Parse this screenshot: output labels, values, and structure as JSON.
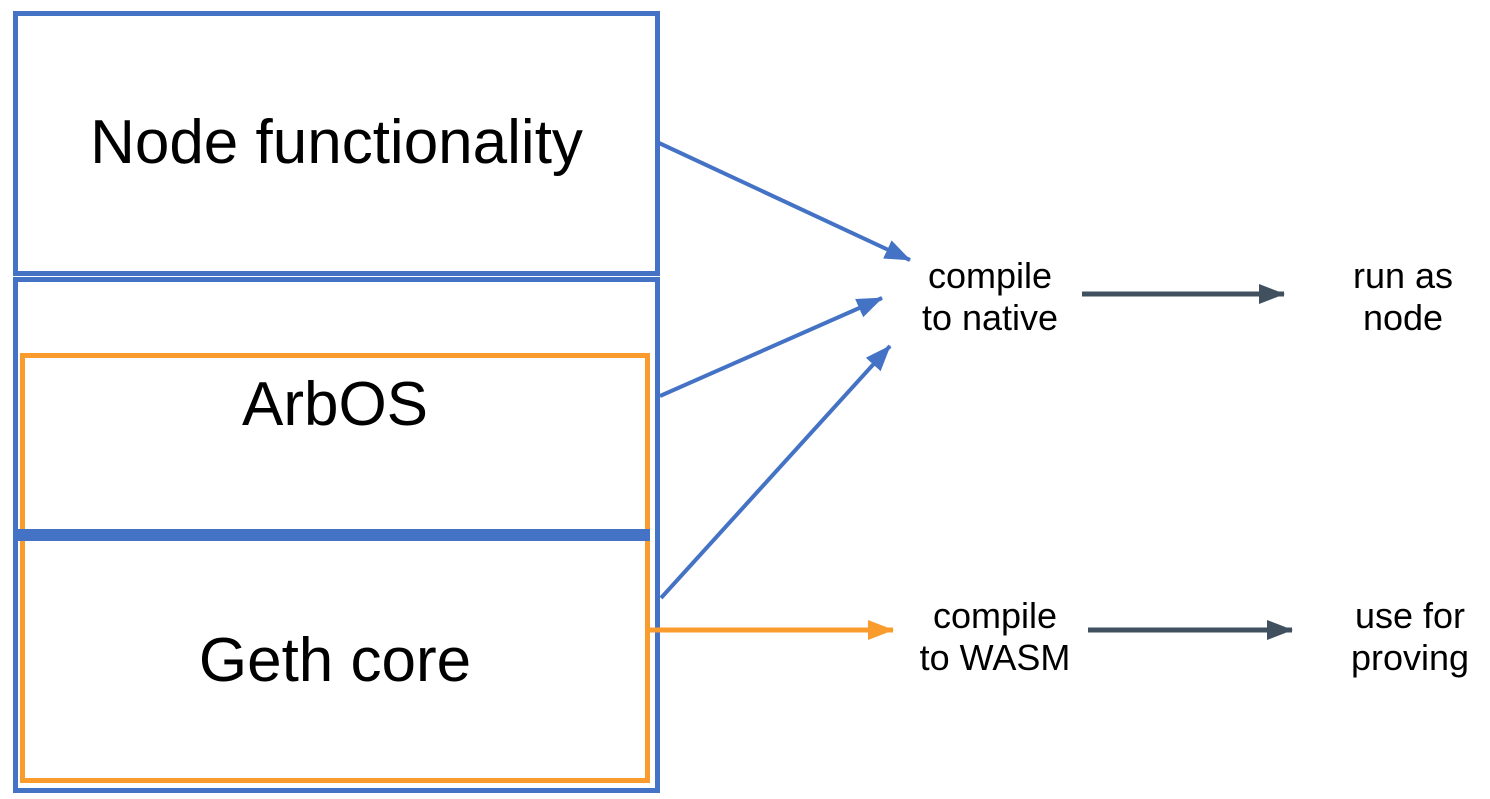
{
  "diagram": {
    "background": "#FFFFFF",
    "colors": {
      "blue": "#4472C4",
      "orange": "#F99C2D",
      "dark": "#41505F",
      "text": "#000000"
    },
    "stack": {
      "node_functionality": "Node functionality",
      "arbos": "ArbOS",
      "geth_core": "Geth core"
    },
    "native_flow": {
      "step": "compile\nto native",
      "result": "run as\nnode"
    },
    "wasm_flow": {
      "step": "compile\nto WASM",
      "result": "use for\nproving"
    }
  }
}
